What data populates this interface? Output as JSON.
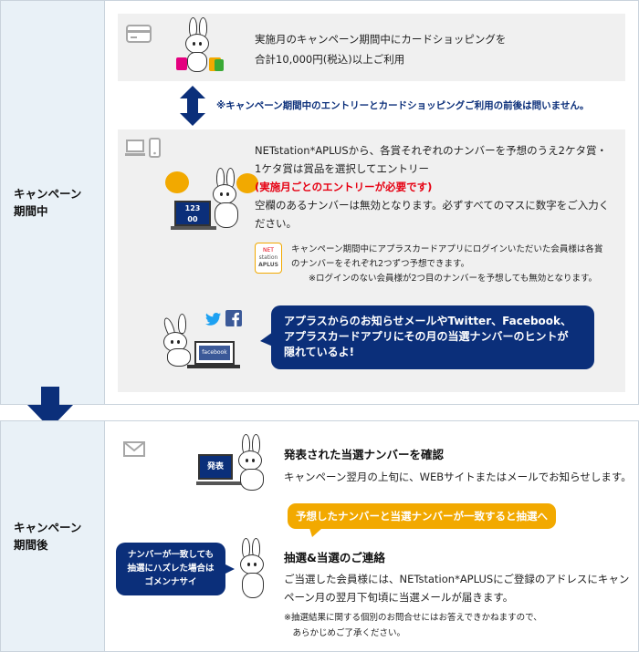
{
  "during": {
    "label": "キャンペーン\n期間中",
    "step1_text": "実施月のキャンペーン期間中にカードショッピングを\n合計10,000円(税込)以上ご利用",
    "note": "※キャンペーン期間中のエントリーとカードショッピングご利用の前後は問いません。",
    "step2_text": "NETstation*APLUSから、各賞それぞれのナンバーを予想のうえ2ケタ賞・\n1ケタ賞は賞品を選択してエントリー",
    "step2_required": "(実施月ごとのエントリーが必要です)",
    "step2_warning": "空欄のあるナンバーは無効となります。必ずすべてのマスに数字をご入力く\nださい。",
    "app_text": "キャンペーン期間中にアプラスカードアプリにログインいただいた会員様は各賞\nのナンバーをそれぞれ2つずつ予想できます。\n　　※ログインのない会員様が2つ目のナンバーを予想しても無効となります。",
    "app_icon_lines": [
      "NET",
      "station",
      "APLUS"
    ],
    "hint_bubble": "アプラスからのお知らせメールやTwitter、Facebook、\nアプラスカードアプリにその月の当選ナンバーのヒントが\n隠れているよ!",
    "laptop_screen": "facebook",
    "entry_number_top": "123",
    "entry_number_bottom": "00"
  },
  "after": {
    "label": "キャンペーン\n期間後",
    "confirm_title": "発表された当選ナンバーを確認",
    "confirm_text": "キャンペーン翌月の上旬に、WEBサイトまたはメールでお知らせします。",
    "monitor_label": "発表",
    "gold_bubble": "予想したナンバーと当選ナンバーが一致すると抽選へ",
    "lottery_title": "抽選&当選のご連絡",
    "lottery_text": "ご当選した会員様には、NETstation*APLUSにご登録のアドレスにキャン\nペーン月の翌月下旬頃に当選メールが届きます。",
    "lottery_note": "※抽選結果に関する個別のお問合せにはお答えできかねますので、\n　あらかじめご了承ください。",
    "sorry_bubble": "ナンバーが一致しても\n抽選にハズレた場合は\nゴメンナサイ"
  },
  "colors": {
    "navy": "#0b2f7a",
    "gold": "#f2a900",
    "red": "#e60012",
    "label_bg": "#e9f1f7",
    "panel_bg": "#f0f0f0"
  },
  "icons": [
    "credit-card-icon",
    "double-arrow-icon",
    "pc-icon",
    "smartphone-icon",
    "twitter-icon",
    "facebook-icon",
    "down-arrow-icon",
    "mail-icon"
  ]
}
